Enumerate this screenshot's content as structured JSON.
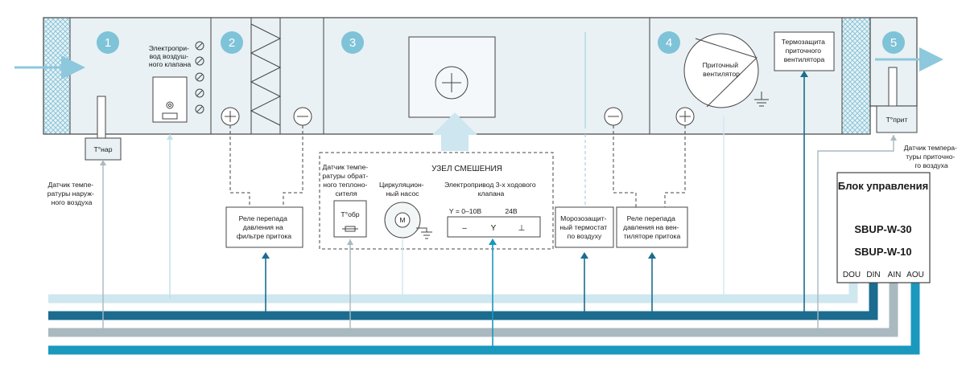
{
  "sections": {
    "s1": {
      "number": "1"
    },
    "s2": {
      "number": "2"
    },
    "s3": {
      "number": "3"
    },
    "s4": {
      "number": "4"
    },
    "s5": {
      "number": "5"
    }
  },
  "damper_actuator": {
    "label_lines": [
      "Электропри-",
      "вод воздуш-",
      "ного клапана"
    ]
  },
  "outdoor_sensor": {
    "tag": "T°нар",
    "label_lines": [
      "Датчик темпе-",
      "ратуры наруж-",
      "ного воздуха"
    ]
  },
  "supply_sensor": {
    "tag": "T°прит",
    "label_lines": [
      "Датчик темпера-",
      "туры приточно-",
      "го воздуха"
    ]
  },
  "supply_fan": {
    "label_lines": [
      "Приточный",
      "вентилятор"
    ]
  },
  "fan_thermal_protection": {
    "label_lines": [
      "Термозащита",
      "приточного",
      "вентилятора"
    ]
  },
  "mixing_unit": {
    "title": "УЗЕЛ СМЕШЕНИЯ",
    "return_sensor": {
      "label_lines": [
        "Датчик темпе-",
        "ратуры обрат-",
        "ного теплоно-",
        "сителя"
      ],
      "tag": "T°обр"
    },
    "pump": {
      "label_lines": [
        "Циркуляцион-",
        "ный насос"
      ],
      "symbol": "M"
    },
    "valve_actuator": {
      "label_lines": [
        "Электропривод 3-х ходового",
        "клапана"
      ],
      "signal": "Y = 0–10В",
      "voltage": "24В",
      "terminals": [
        "–",
        "Y",
        "⊥"
      ]
    }
  },
  "filter_relay": {
    "label_lines": [
      "Реле перепада",
      "давления на",
      "фильтре притока"
    ]
  },
  "frost_thermostat": {
    "label_lines": [
      "Морозозащит-",
      "ный термостат",
      "по воздуху"
    ]
  },
  "fan_relay": {
    "label_lines": [
      "Реле перепада",
      "давления на вен-",
      "тиляторе притока"
    ]
  },
  "control_block": {
    "title": "Блок управления",
    "models": [
      "SBUP-W-30",
      "SBUP-W-10"
    ],
    "ports": [
      "DOU",
      "DIN",
      "AIN",
      "AOU"
    ]
  },
  "colors": {
    "unit_fill": "#e9f1f4",
    "outline": "#444444",
    "bubble": "#7fc3d8",
    "bus_dou": "#cfe7ef",
    "bus_din": "#1b6c8e",
    "bus_ain": "#a9b9bf",
    "bus_aou": "#1a98bd"
  }
}
